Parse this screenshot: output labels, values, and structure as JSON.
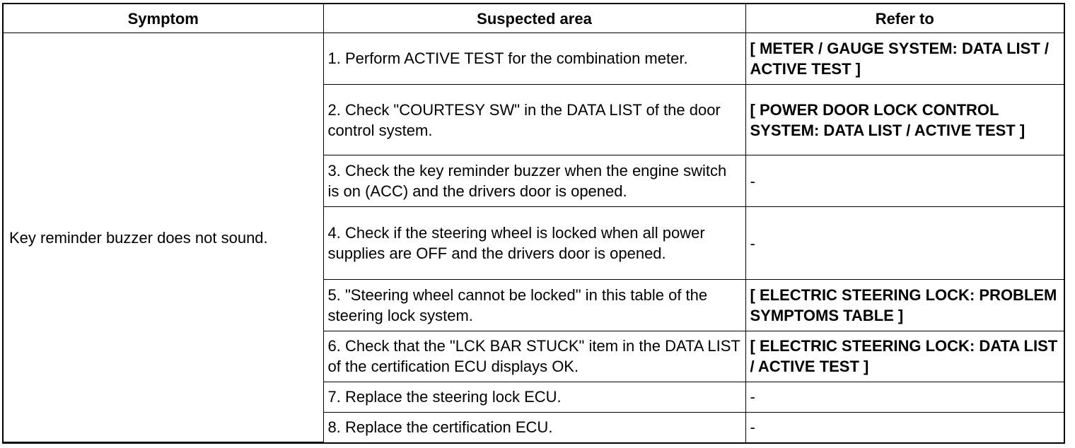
{
  "table": {
    "headers": [
      "Symptom",
      "Suspected area",
      "Refer to"
    ],
    "symptom": "Key reminder buzzer does not sound.",
    "rows": [
      {
        "area": "1. Perform ACTIVE TEST for the combination meter.",
        "ref": "[ METER / GAUGE SYSTEM: DATA LIST / ACTIVE TEST ]",
        "ref_is_link": true
      },
      {
        "area": "2. Check \"COURTESY SW\" in the DATA LIST of the door control system.",
        "ref": "[ POWER DOOR LOCK CONTROL SYSTEM: DATA LIST / ACTIVE TEST ]",
        "ref_is_link": true
      },
      {
        "area": "3. Check the key reminder buzzer when the engine switch is on (ACC) and the drivers door is opened.",
        "ref": "-",
        "ref_is_link": false
      },
      {
        "area": "4. Check if the steering wheel is locked when all power supplies are OFF and the drivers door is opened.",
        "ref": "-",
        "ref_is_link": false
      },
      {
        "area": "5. \"Steering wheel cannot be locked\" in this table of the steering lock system.",
        "ref": "[ ELECTRIC STEERING LOCK: PROBLEM SYMPTOMS TABLE ]",
        "ref_is_link": true
      },
      {
        "area": "6. Check that the \"LCK BAR STUCK\" item in the DATA LIST of the certification ECU displays OK.",
        "ref": "[ ELECTRIC STEERING LOCK: DATA LIST / ACTIVE TEST ]",
        "ref_is_link": true
      },
      {
        "area": "7. Replace the steering lock ECU.",
        "ref": "-",
        "ref_is_link": false
      },
      {
        "area": "8. Replace the certification ECU.",
        "ref": "-",
        "ref_is_link": false
      }
    ]
  }
}
